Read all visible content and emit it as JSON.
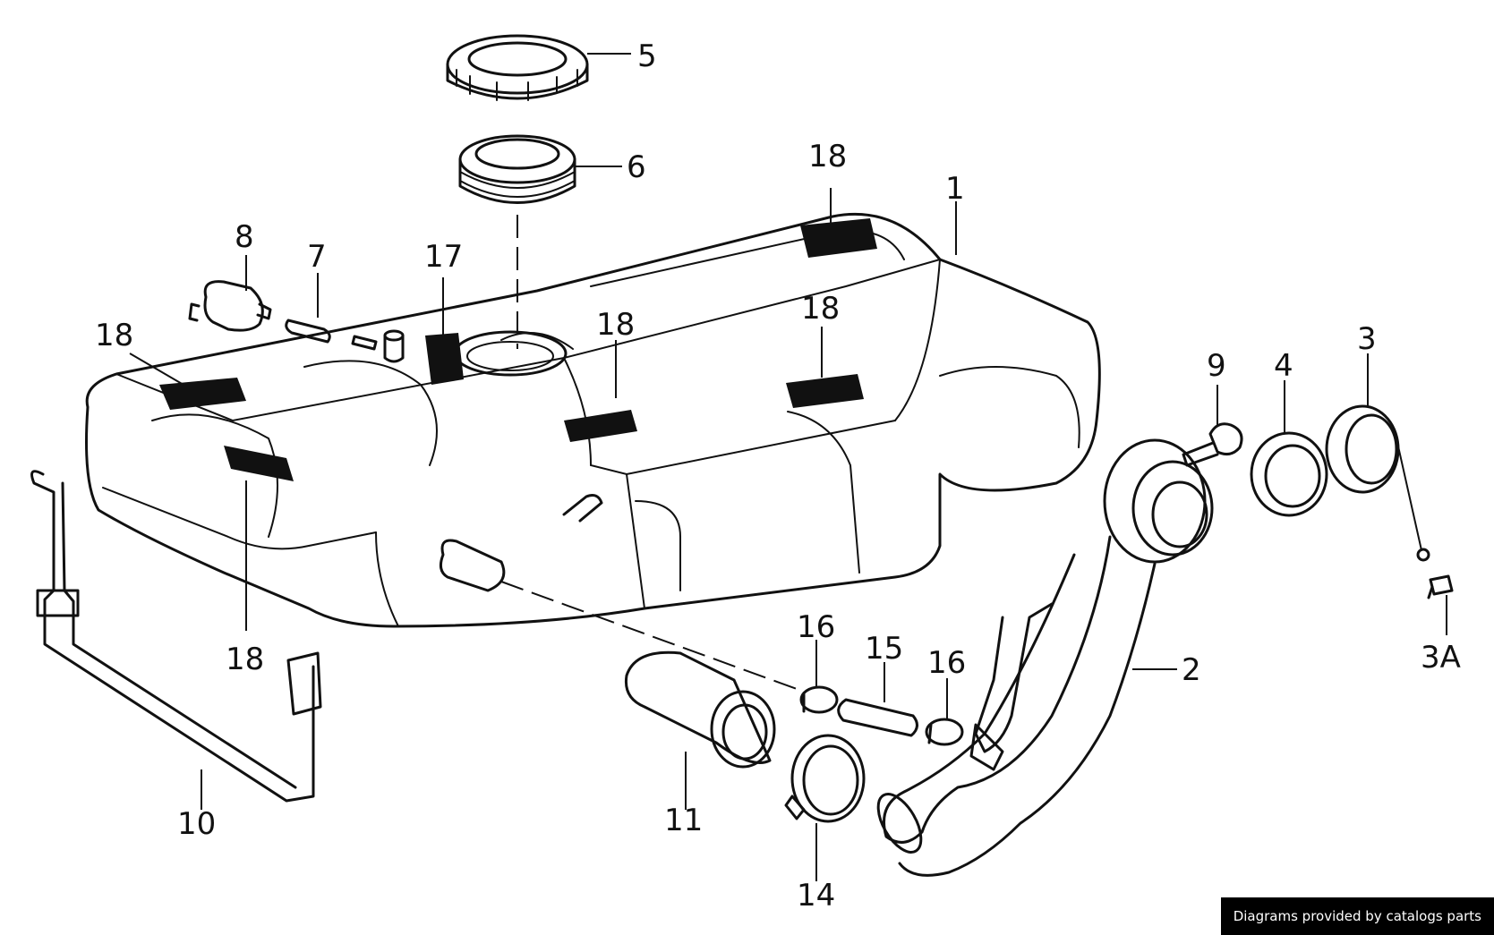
{
  "callouts": {
    "c1": "1",
    "c2": "2",
    "c3": "3",
    "c3a": "3A",
    "c4": "4",
    "c5": "5",
    "c6": "6",
    "c7": "7",
    "c8": "8",
    "c9": "9",
    "c10": "10",
    "c11": "11",
    "c14": "14",
    "c15": "15",
    "c16a": "16",
    "c16b": "16",
    "c17": "17",
    "c18a": "18",
    "c18b": "18",
    "c18c": "18",
    "c18d": "18",
    "c18e": "18"
  },
  "attribution": "Diagrams provided by catalogs parts"
}
